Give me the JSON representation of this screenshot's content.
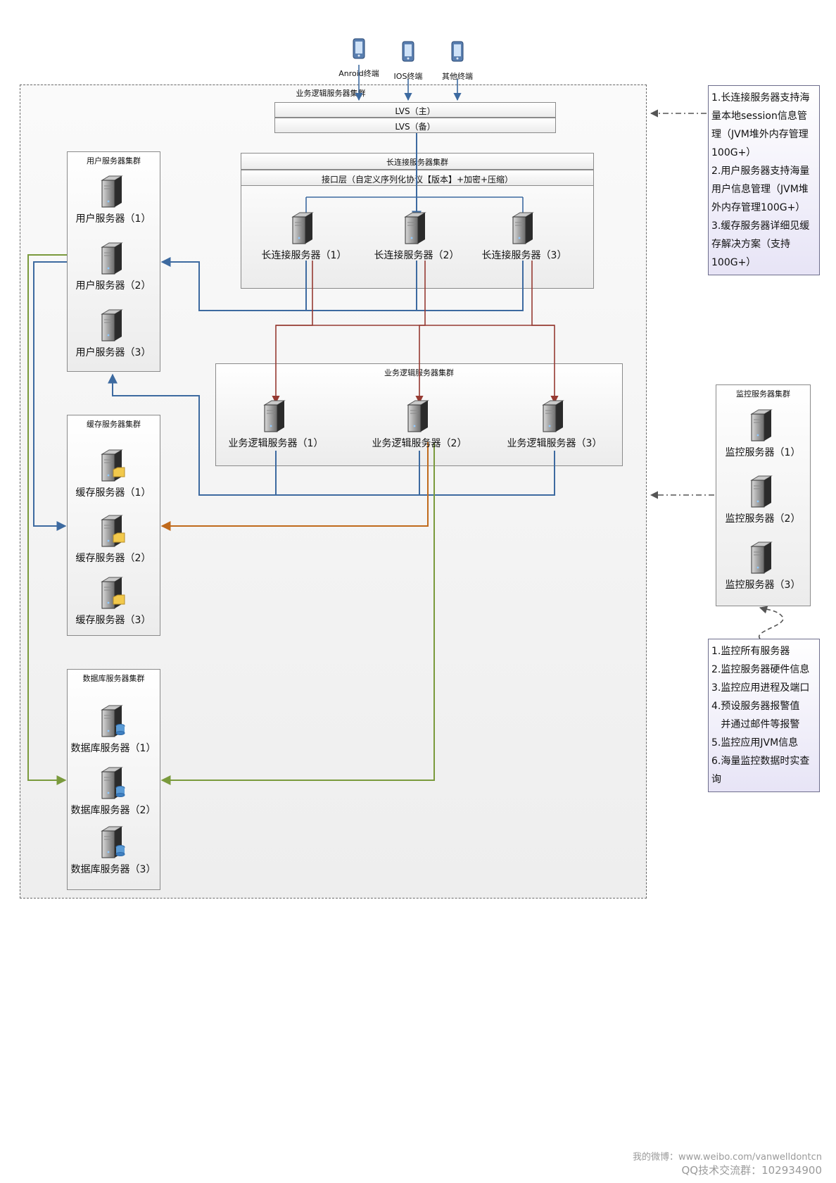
{
  "clients": {
    "android": "Anroid终端",
    "ios": "IOS终端",
    "other": "其他终端"
  },
  "outer_title": "业务逻辑服务器集群",
  "lvs": {
    "primary": "LVS（主）",
    "backup": "LVS（备）"
  },
  "long_conn": {
    "title": "长连接服务器集群",
    "interface": "接口层（自定义序列化协议【版本】+加密+压缩）",
    "servers": [
      "长连接服务器（1）",
      "长连接服务器（2）",
      "长连接服务器（3）"
    ]
  },
  "user_cluster": {
    "title": "用户服务器集群",
    "servers": [
      "用户服务器（1）",
      "用户服务器（2）",
      "用户服务器（3）"
    ]
  },
  "biz_cluster": {
    "title": "业务逻辑服务器集群",
    "servers": [
      "业务逻辑服务器（1）",
      "业务逻辑服务器（2）",
      "业务逻辑服务器（3）"
    ]
  },
  "cache_cluster": {
    "title": "缓存服务器集群",
    "servers": [
      "缓存服务器（1）",
      "缓存服务器（2）",
      "缓存服务器（3）"
    ]
  },
  "db_cluster": {
    "title": "数据库服务器集群",
    "servers": [
      "数据库服务器（1）",
      "数据库服务器（2）",
      "数据库服务器（3）"
    ]
  },
  "monitor_cluster": {
    "title": "监控服务器集群",
    "servers": [
      "监控服务器（1）",
      "监控服务器（2）",
      "监控服务器（3）"
    ]
  },
  "note_top": [
    "1.长连接服务器支持海",
    "量本地session信息管",
    "理（JVM堆外内存管理",
    "100G+）",
    "2.用户服务器支持海量",
    "用户信息管理（JVM堆",
    "外内存管理100G+）",
    "3.缓存服务器详细见缓",
    "存解决方案（支持",
    "100G+）"
  ],
  "note_bottom": [
    "1.监控所有服务器",
    "2.监控服务器硬件信息",
    "3.监控应用进程及端口",
    "4.预设服务器报警值",
    "   并通过邮件等报警",
    "5.监控应用JVM信息",
    "6.海量监控数据时实查",
    "询"
  ],
  "watermark": {
    "line1": "我的微博：www.weibo.com/vanwelldontcn",
    "line2": "QQ技术交流群：102934900"
  },
  "colors": {
    "blue": "#3d6aa0",
    "red": "#963a32",
    "orange": "#c06a1c",
    "green": "#7a9a3c",
    "gray": "#555555"
  }
}
